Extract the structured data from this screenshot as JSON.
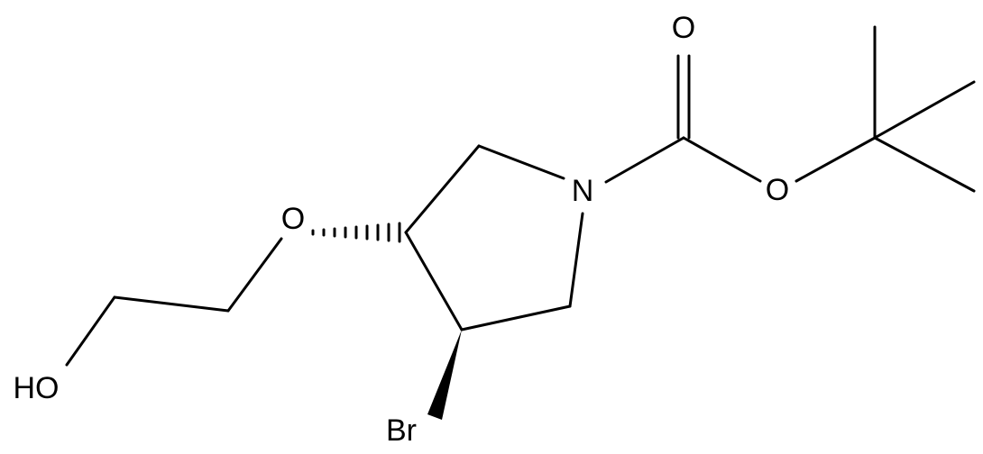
{
  "atoms": {
    "oxygen_carbonyl": "O",
    "oxygen_ester": "O",
    "nitrogen": "N",
    "oxygen_ether": "O",
    "hydroxyl": "HO",
    "bromine": "Br"
  },
  "colors": {
    "bond": "#000000",
    "background": "#ffffff"
  }
}
